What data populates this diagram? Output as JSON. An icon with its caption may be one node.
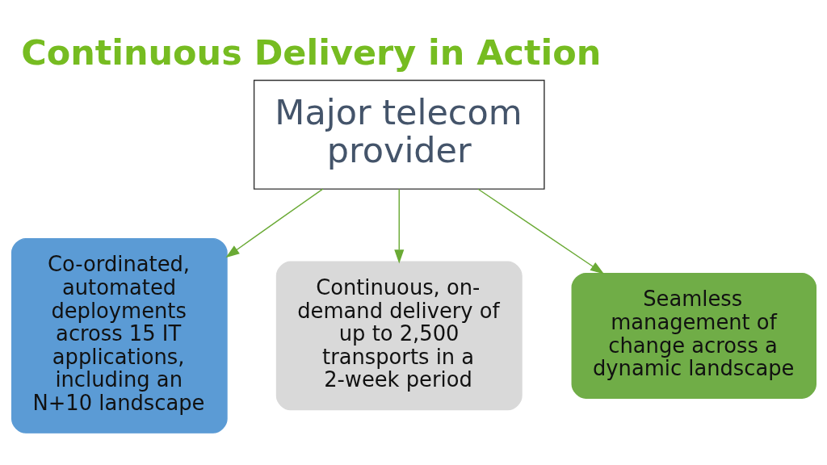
{
  "diagram": {
    "title": "Continuous Delivery in Action",
    "nodes": [
      {
        "text": [
          "Major telecom provider"
        ]
      },
      {
        "text": [
          "Co-ordinated, automated deployments across 15 IT applications, including an N+10 landscape"
        ]
      },
      {
        "text": [
          "Continuous, on-demand delivery of up to 2,500 transports in a 2-week period"
        ]
      },
      {
        "text": [
          "Seamless management of change across a dynamic landscape"
        ]
      }
    ],
    "edges": [
      {
        "from": 0,
        "to": 1,
        "arrow": "to"
      },
      {
        "from": 0,
        "to": 2,
        "arrow": "to"
      },
      {
        "from": 0,
        "to": 3,
        "arrow": "to"
      }
    ]
  }
}
